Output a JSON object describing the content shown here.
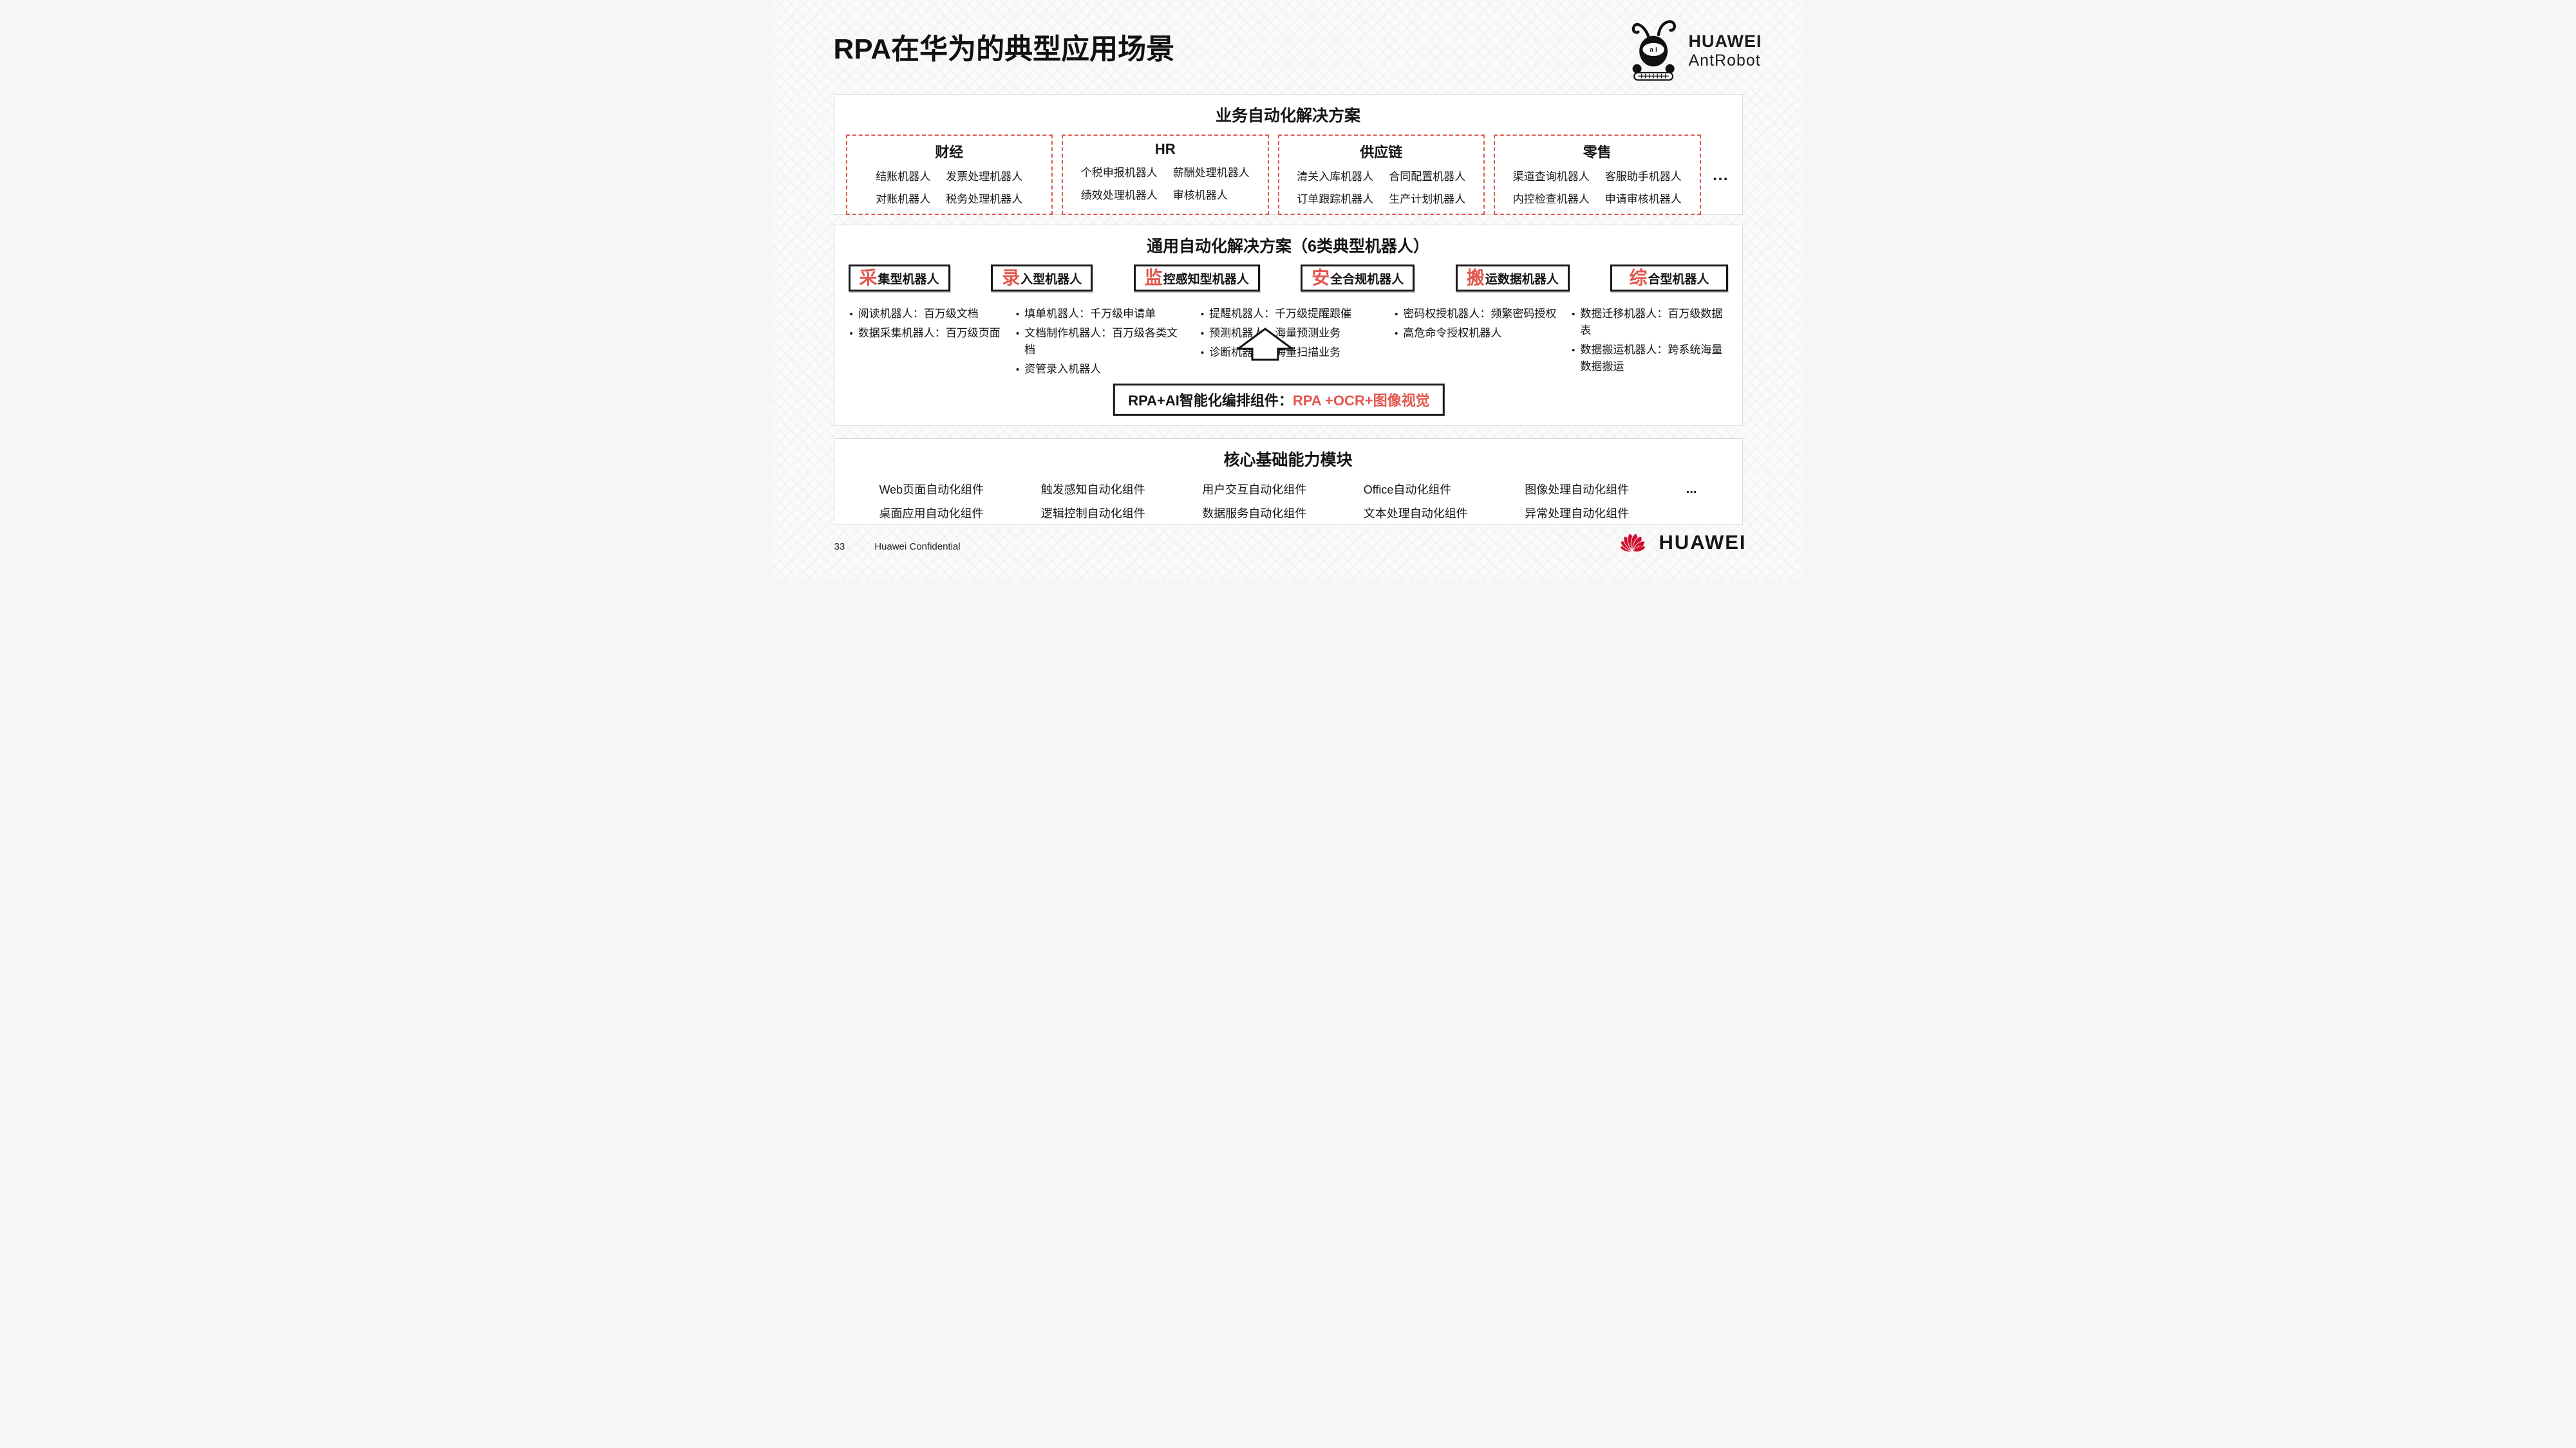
{
  "slide": {
    "title": "RPA在华为的典型应用场景",
    "page_number": "33",
    "confidential": "Huawei Confidential"
  },
  "brand": {
    "antrobot_line1": "HUAWEI",
    "antrobot_line2": "AntRobot",
    "ant_face_text": "a i",
    "huawei_word": "HUAWEI"
  },
  "colors": {
    "accent_red": "#E2574E",
    "dashed_border": "#DD5A50",
    "huawei_red": "#CE0E2D",
    "text": "#1A1A1A"
  },
  "business_section": {
    "title": "业务自动化解决方案",
    "more": "…",
    "domains": [
      {
        "title": "财经",
        "items": [
          "结账机器人",
          "发票处理机器人",
          "对账机器人",
          "税务处理机器人"
        ]
      },
      {
        "title": "HR",
        "items": [
          "个税申报机器人",
          "薪酬处理机器人",
          "绩效处理机器人",
          "审核机器人"
        ]
      },
      {
        "title": "供应链",
        "items": [
          "清关入库机器人",
          "合同配置机器人",
          "订单跟踪机器人",
          "生产计划机器人"
        ]
      },
      {
        "title": "零售",
        "items": [
          "渠道查询机器人",
          "客服助手机器人",
          "内控检查机器人",
          "申请审核机器人"
        ]
      }
    ]
  },
  "general_section": {
    "title": "通用自动化解决方案（6类典型机器人）",
    "robot_types": [
      {
        "lead": "采",
        "rest": "集型机器人"
      },
      {
        "lead": "录",
        "rest": "入型机器人"
      },
      {
        "lead": "监",
        "rest": "控感知型机器人"
      },
      {
        "lead": "安",
        "rest": "全合规机器人"
      },
      {
        "lead": "搬",
        "rest": "运数据机器人"
      },
      {
        "lead": "综",
        "rest": "合型机器人"
      }
    ],
    "bullet_columns": [
      {
        "items": [
          "阅读机器人：百万级文档",
          "数据采集机器人：百万级页面"
        ]
      },
      {
        "items": [
          "填单机器人：千万级申请单",
          "文档制作机器人：百万级各类文档",
          "资管录入机器人"
        ]
      },
      {
        "items": [
          "提醒机器人：千万级提醒跟催",
          "预测机器人：海量预测业务",
          "诊断机器人：海量扫描业务"
        ]
      },
      {
        "items": [
          "密码权授机器人：频繁密码授权",
          "高危命令授权机器人"
        ]
      },
      {
        "items": [
          "数据迁移机器人：百万级数据表",
          "数据搬运机器人：跨系统海量数据搬运"
        ]
      }
    ],
    "ai_box": {
      "label": "RPA+AI智能化编排组件：",
      "value": "RPA +OCR+图像视觉"
    }
  },
  "core_section": {
    "title": "核心基础能力模块",
    "more": "...",
    "columns": [
      {
        "items": [
          "Web页面自动化组件",
          "桌面应用自动化组件"
        ]
      },
      {
        "items": [
          "触发感知自动化组件",
          "逻辑控制自动化组件"
        ]
      },
      {
        "items": [
          "用户交互自动化组件",
          "数据服务自动化组件"
        ]
      },
      {
        "items": [
          "Office自动化组件",
          "文本处理自动化组件"
        ]
      },
      {
        "items": [
          "图像处理自动化组件",
          "异常处理自动化组件"
        ]
      }
    ]
  }
}
